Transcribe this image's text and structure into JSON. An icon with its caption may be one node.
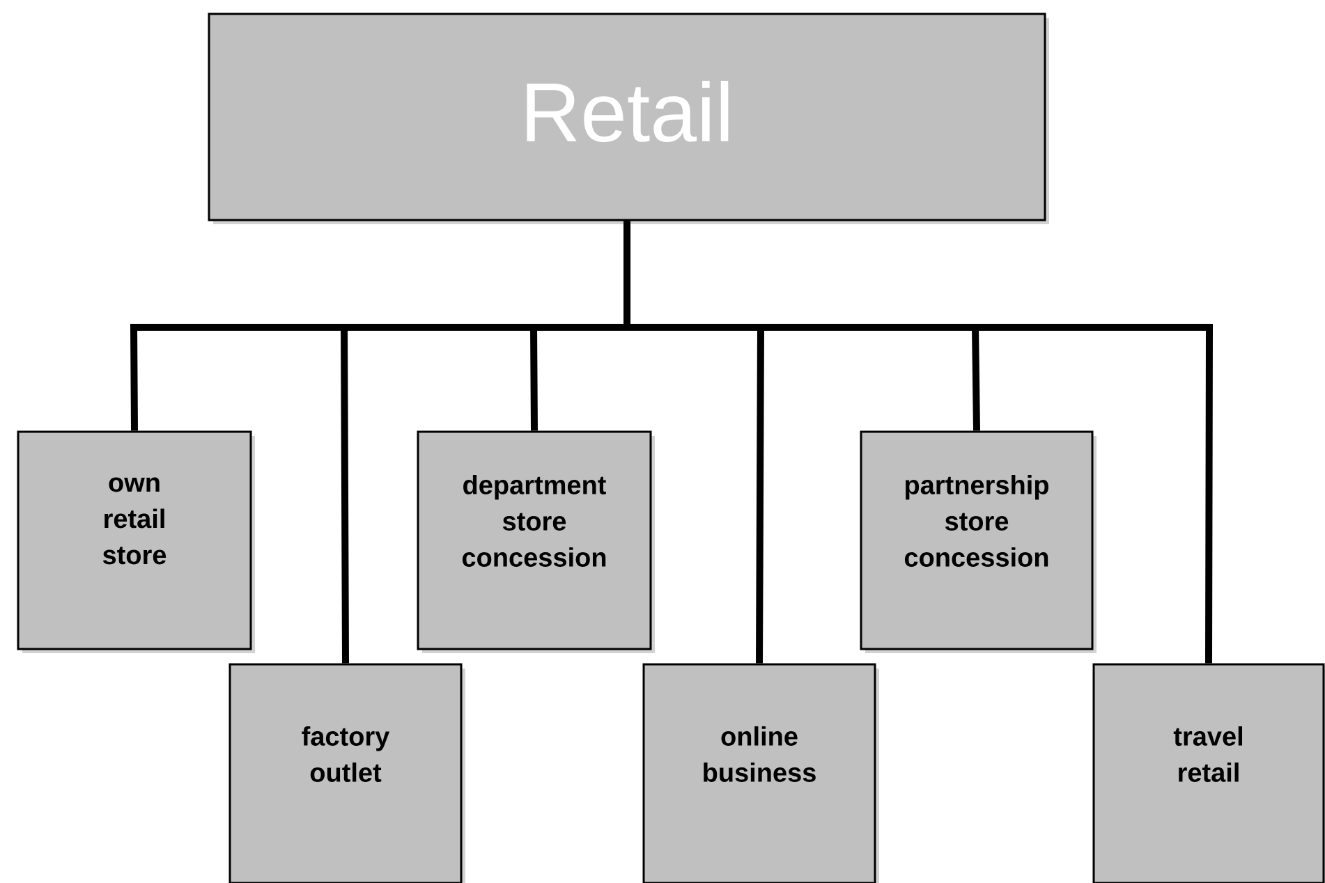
{
  "diagram": {
    "nodes": [
      {
        "text": [
          "Retail"
        ]
      },
      {
        "text": [
          "own retail store"
        ]
      },
      {
        "text": [
          "factory outlet"
        ]
      },
      {
        "text": [
          "department store concession"
        ]
      },
      {
        "text": [
          "online business"
        ]
      },
      {
        "text": [
          "partnership store concession"
        ]
      },
      {
        "text": [
          "travel retail"
        ]
      }
    ],
    "edges": [
      {
        "from": 0,
        "to": 1,
        "arrow": "none"
      },
      {
        "from": 0,
        "to": 2,
        "arrow": "none"
      },
      {
        "from": 0,
        "to": 3,
        "arrow": "none"
      },
      {
        "from": 0,
        "to": 4,
        "arrow": "none"
      },
      {
        "from": 0,
        "to": 5,
        "arrow": "none"
      },
      {
        "from": 0,
        "to": 6,
        "arrow": "none"
      }
    ]
  }
}
